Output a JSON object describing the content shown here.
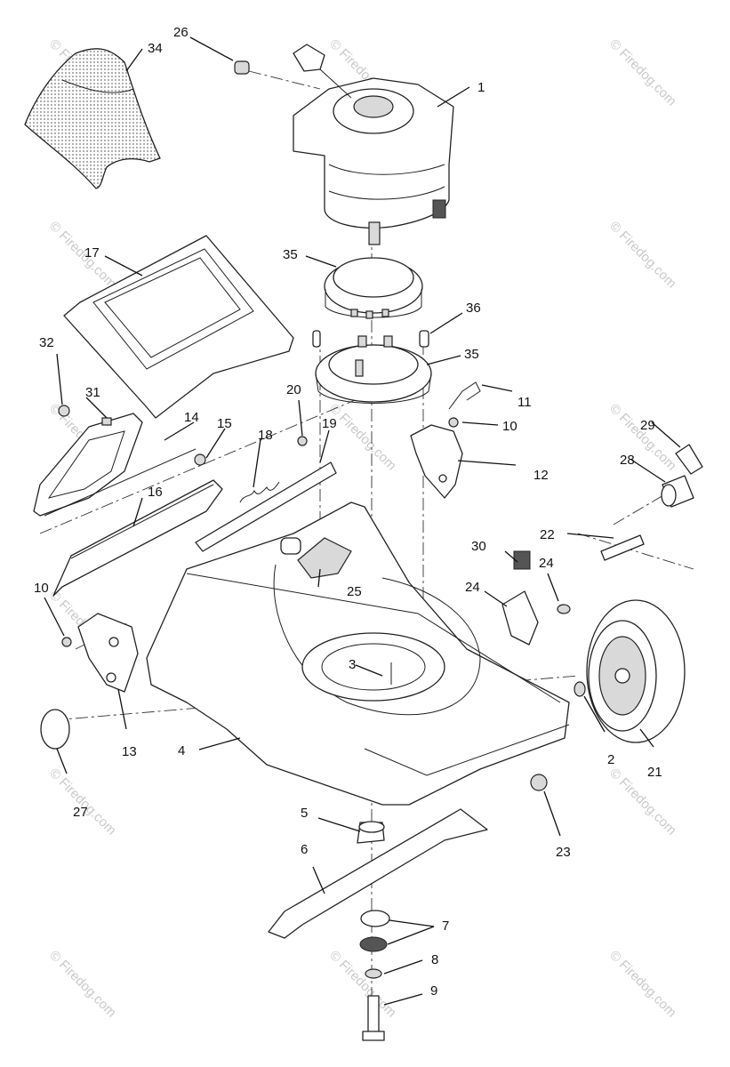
{
  "watermark": "© Firedog.com",
  "labels": {
    "p1": "1",
    "p2": "2",
    "p3": "3",
    "p4": "4",
    "p5": "5",
    "p6": "6",
    "p7": "7",
    "p8": "8",
    "p9": "9",
    "p10a": "10",
    "p10b": "10",
    "p11": "11",
    "p12": "12",
    "p13": "13",
    "p14": "14",
    "p15": "15",
    "p16": "16",
    "p17": "17",
    "p18": "18",
    "p19": "19",
    "p20": "20",
    "p21": "21",
    "p22": "22",
    "p23": "23",
    "p24a": "24",
    "p24b": "24",
    "p25": "25",
    "p26": "26",
    "p27": "27",
    "p28": "28",
    "p29": "29",
    "p30": "30",
    "p31": "31",
    "p32": "32",
    "p34": "34",
    "p35a": "35",
    "p35b": "35",
    "p36": "36"
  }
}
